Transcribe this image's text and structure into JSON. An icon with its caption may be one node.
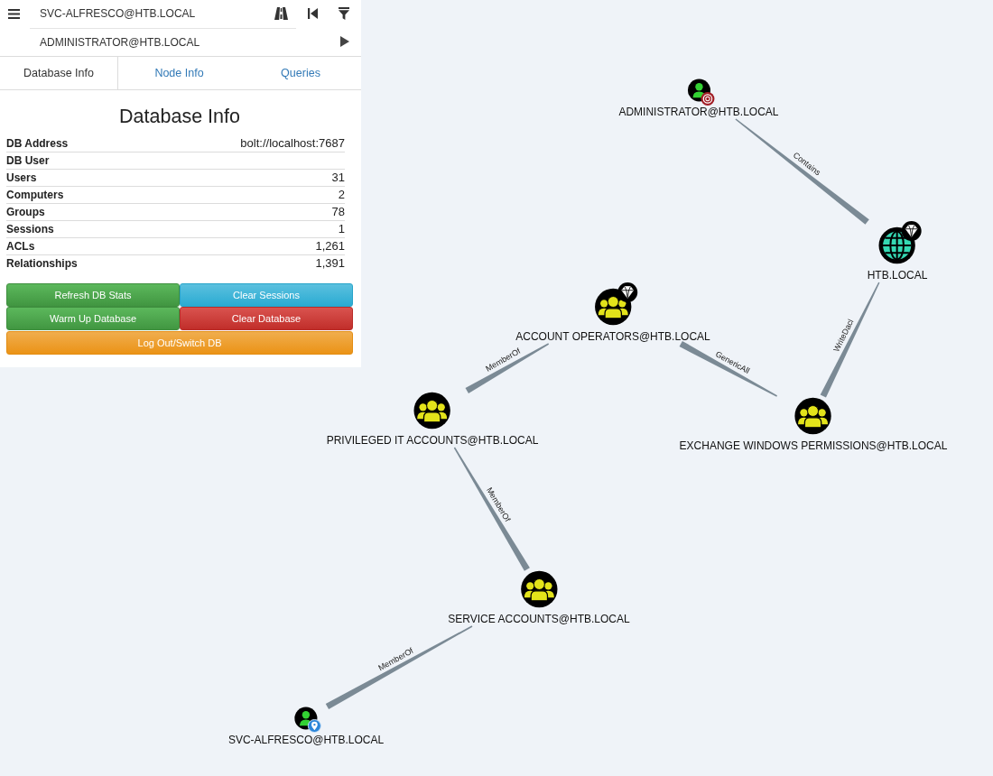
{
  "diagram": {
    "nodes": [
      {
        "text": [
          "ADMINISTRATOR@HTB.LOCAL"
        ]
      },
      {
        "text": [
          "HTB.LOCAL"
        ]
      },
      {
        "text": [
          "ACCOUNT OPERATORS@HTB.LOCAL"
        ]
      },
      {
        "text": [
          "PRIVILEGED IT ACCOUNTS@HTB.LOCAL"
        ]
      },
      {
        "text": [
          "EXCHANGE WINDOWS PERMISSIONS@HTB.LOCAL"
        ]
      },
      {
        "text": [
          "SERVICE ACCOUNTS@HTB.LOCAL"
        ]
      },
      {
        "text": [
          "SVC-ALFRESCO@HTB.LOCAL"
        ]
      }
    ],
    "edges": [
      {
        "from": 6,
        "to": 5,
        "arrow": "none",
        "label": "MemberOf"
      },
      {
        "from": 5,
        "to": 3,
        "arrow": "none",
        "label": "MemberOf"
      },
      {
        "from": 3,
        "to": 2,
        "arrow": "none",
        "label": "MemberOf"
      },
      {
        "from": 2,
        "to": 4,
        "arrow": "none",
        "label": "GenericAll"
      },
      {
        "from": 4,
        "to": 1,
        "arrow": "none",
        "label": "WriteDacl"
      },
      {
        "from": 1,
        "to": 0,
        "arrow": "none",
        "label": "Contains"
      }
    ],
    "labels": [
      "SVC-ALFRESCO@HTB.LOCAL",
      "ADMINISTRATOR@HTB.LOCAL",
      "Database Info",
      "Node Info",
      "Queries",
      "Database Info",
      "DB Address",
      "bolt://localhost:7687",
      "DB User",
      "Users",
      "31",
      "Computers",
      "2",
      "Groups",
      "78",
      "Sessions",
      "1",
      "ACLs",
      "1,261",
      "Relationships",
      "1,391",
      "Refresh DB Stats",
      "Clear Sessions",
      "Warm Up Database",
      "Clear Database",
      "Log Out/Switch DB"
    ]
  }
}
